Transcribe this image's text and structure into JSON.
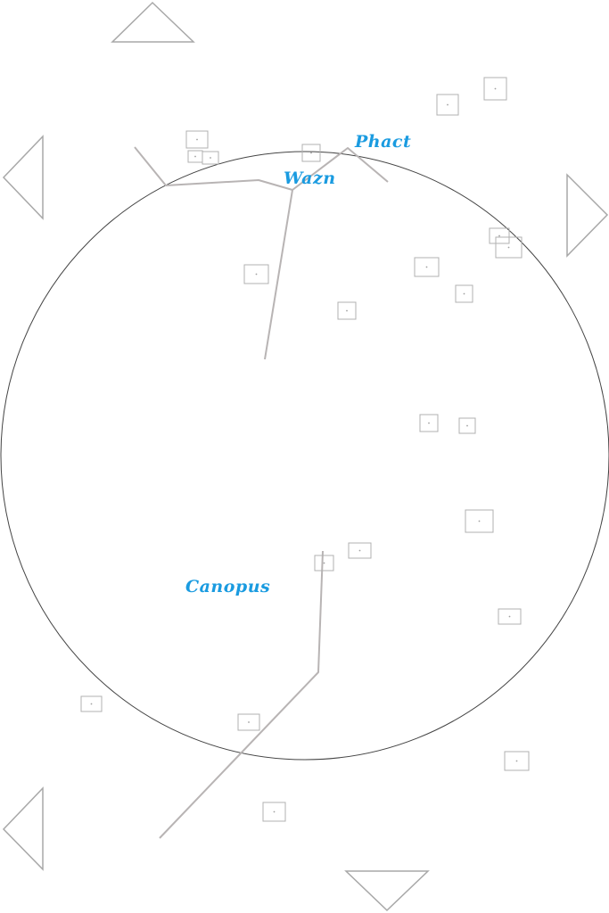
{
  "labels": {
    "phact": "Phact",
    "wazn": "Wazn",
    "canopus": "Canopus"
  },
  "colors": {
    "label": "#1a9be0",
    "lines": "#b8b4b4",
    "star_box": "#b0b0b0",
    "horizon": "#444444"
  },
  "icons": {
    "pan_up": "triangle-up-icon",
    "pan_down": "triangle-down-icon",
    "pan_left": "triangle-left-icon",
    "pan_right": "triangle-right-icon"
  }
}
